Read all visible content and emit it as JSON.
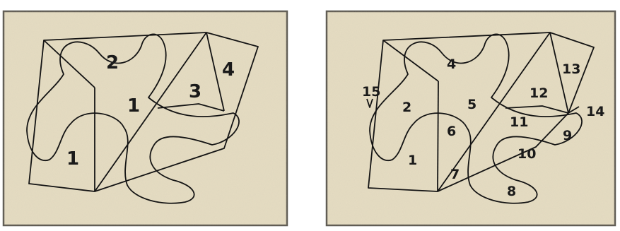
{
  "colors": {
    "paper": "#e6ddc3",
    "paper_light": "#efe8d4",
    "paper_dark": "#d6cbaa",
    "frame": "#5e5a52",
    "ink": "#141414"
  },
  "left_panel": {
    "region_labels": [
      "2",
      "1",
      "3",
      "4",
      "1"
    ]
  },
  "right_panel": {
    "region_labels": [
      "4",
      "13",
      "12",
      "15",
      "2",
      "5",
      "11",
      "14",
      "6",
      "9",
      "10",
      "1",
      "7",
      "8"
    ]
  }
}
